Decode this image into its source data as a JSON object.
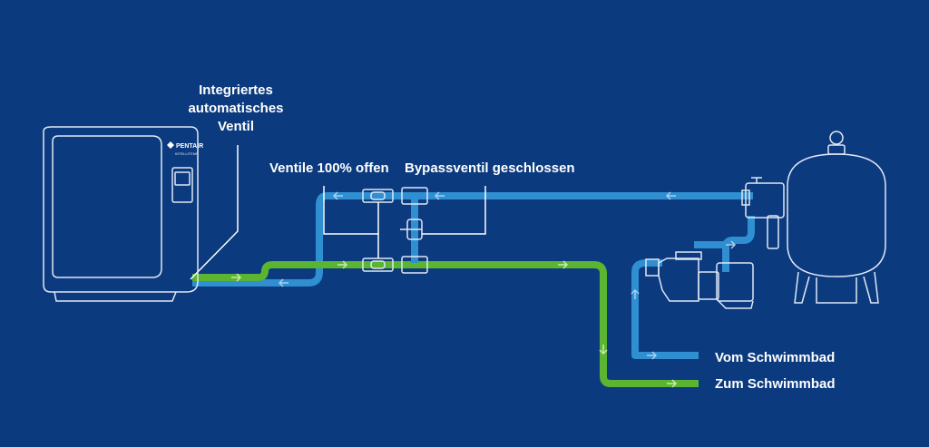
{
  "colors": {
    "background": "#0b3a7e",
    "return_pipe": "#2f8fd1",
    "supply_pipe": "#5bb531",
    "outline": "#dfe8f5",
    "text": "#ffffff"
  },
  "brand": {
    "name": "PENTAIR",
    "model": "INTELLITEMP"
  },
  "labels": {
    "integrated_valve": [
      "Integriertes",
      "automatisches",
      "Ventil"
    ],
    "valves_open": "Ventile 100% offen",
    "bypass_closed": "Bypassventil geschlossen",
    "from_pool": "Vom Schwimmbad",
    "to_pool": "Zum Schwimmbad"
  },
  "icons": {
    "flow_arrow": "flow-arrow-icon",
    "brand_logo": "pentair-logo-icon"
  }
}
